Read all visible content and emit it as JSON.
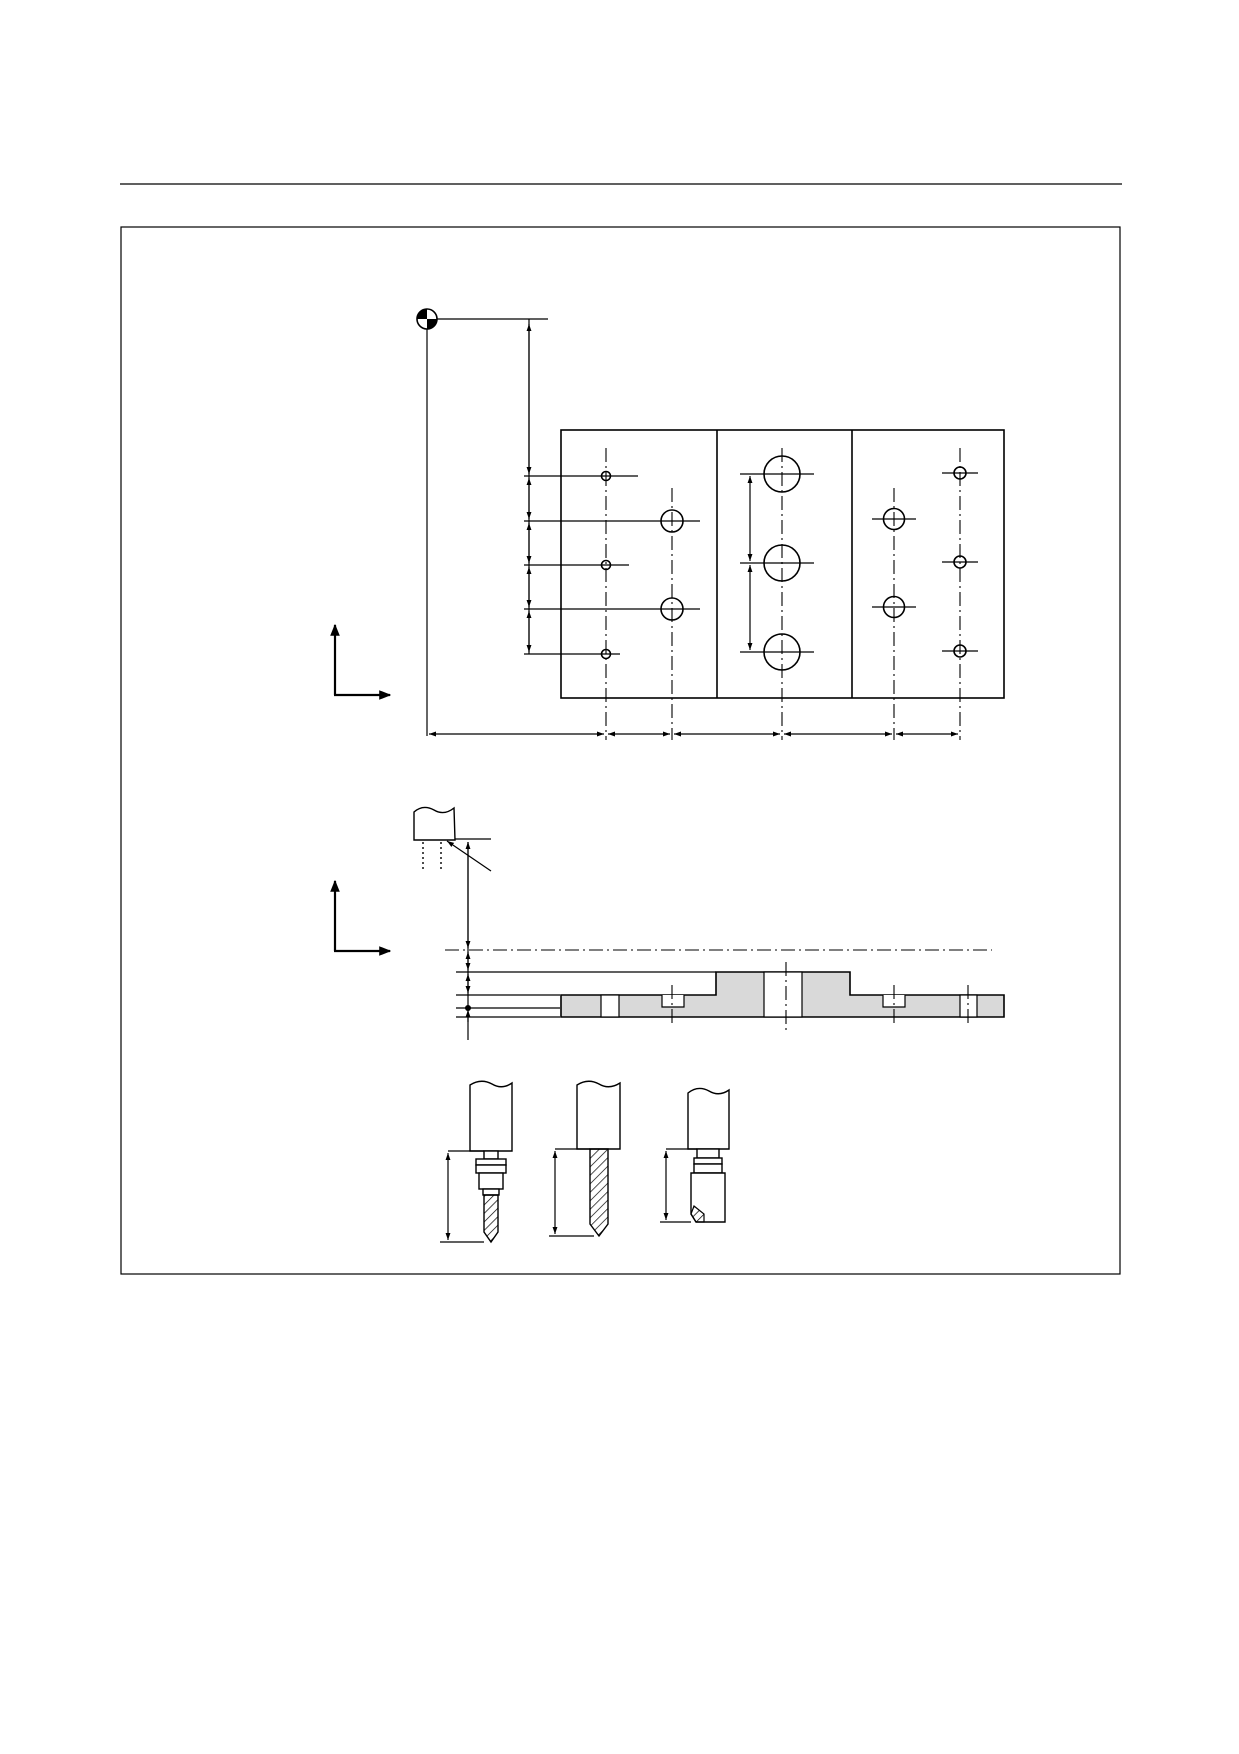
{
  "colors": {
    "line": "#000000",
    "workpiece_fill": "#d9d9d9",
    "background": "#ffffff"
  },
  "diagram": {
    "views": [
      "top-view",
      "side-section-view",
      "tool-set"
    ],
    "tools": [
      {
        "name": "center-drill-icon"
      },
      {
        "name": "twist-drill-icon"
      },
      {
        "name": "counterbore-tool-icon"
      }
    ],
    "symbols": [
      "workpiece-zero-icon",
      "coordinate-axes-icon"
    ]
  }
}
